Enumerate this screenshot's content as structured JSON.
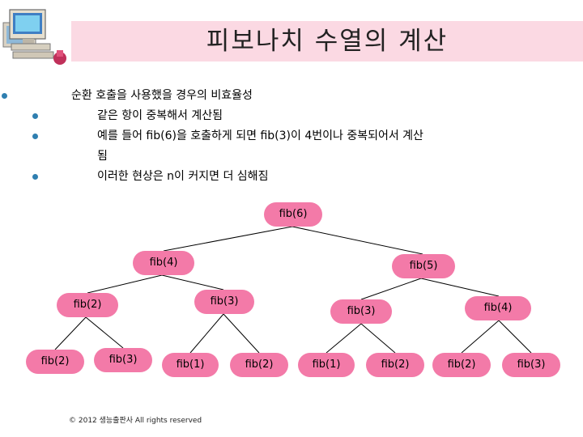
{
  "slide": {
    "title": "피보나치 수열의 계산",
    "bullets": [
      {
        "level": 1,
        "text": "순환 호출을 사용했을 경우의 비효율성"
      },
      {
        "level": 2,
        "text": "같은 항이 중복해서 계산됨"
      },
      {
        "level": 2,
        "text": "예를 들어 fib(6)을 호출하게 되면 fib(3)이 4번이나 중복되어서 계산"
      },
      {
        "level": 2,
        "text": "됨",
        "continuation": true
      },
      {
        "level": 2,
        "text": "이러한 현상은 n이 커지면 더 심해짐"
      }
    ],
    "footer": "© 2012 생능출판사  All rights reserved"
  },
  "tree": {
    "nodes": [
      {
        "id": "n6",
        "label": "fib(6)"
      },
      {
        "id": "n4a",
        "label": "fib(4)"
      },
      {
        "id": "n5",
        "label": "fib(5)"
      },
      {
        "id": "n2a",
        "label": "fib(2)"
      },
      {
        "id": "n3a",
        "label": "fib(3)"
      },
      {
        "id": "n3b",
        "label": "fib(3)"
      },
      {
        "id": "n4b",
        "label": "fib(4)"
      },
      {
        "id": "l1",
        "label": "fib(2)"
      },
      {
        "id": "l2",
        "label": "fib(3)"
      },
      {
        "id": "l3",
        "label": "fib(1)"
      },
      {
        "id": "l4",
        "label": "fib(2)"
      },
      {
        "id": "l5",
        "label": "fib(1)"
      },
      {
        "id": "l6",
        "label": "fib(2)"
      },
      {
        "id": "l7",
        "label": "fib(2)"
      },
      {
        "id": "l8",
        "label": "fib(3)"
      }
    ],
    "edges": [
      [
        "n6",
        "n4a"
      ],
      [
        "n6",
        "n5"
      ],
      [
        "n4a",
        "n2a"
      ],
      [
        "n4a",
        "n3a"
      ],
      [
        "n5",
        "n3b"
      ],
      [
        "n5",
        "n4b"
      ],
      [
        "n2a",
        "l1"
      ],
      [
        "n2a",
        "l2"
      ],
      [
        "n3a",
        "l3"
      ],
      [
        "n3a",
        "l4"
      ],
      [
        "n3b",
        "l5"
      ],
      [
        "n3b",
        "l6"
      ],
      [
        "n4b",
        "l7"
      ],
      [
        "n4b",
        "l8"
      ]
    ]
  }
}
